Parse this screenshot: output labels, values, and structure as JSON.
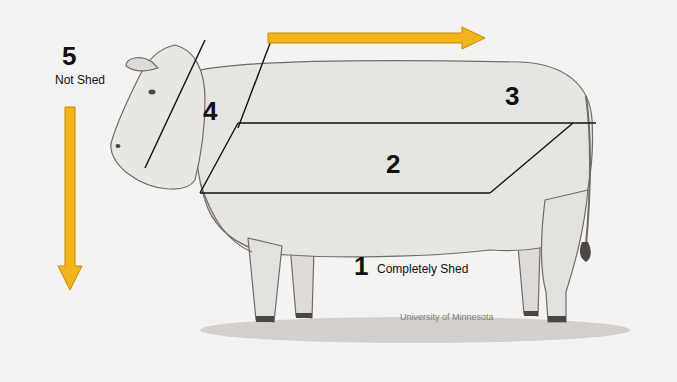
{
  "diagram": {
    "labels": [
      "5",
      "Not Shed",
      "4",
      "3",
      "2",
      "1",
      "Completely Shed",
      "University of Minnesota"
    ]
  }
}
